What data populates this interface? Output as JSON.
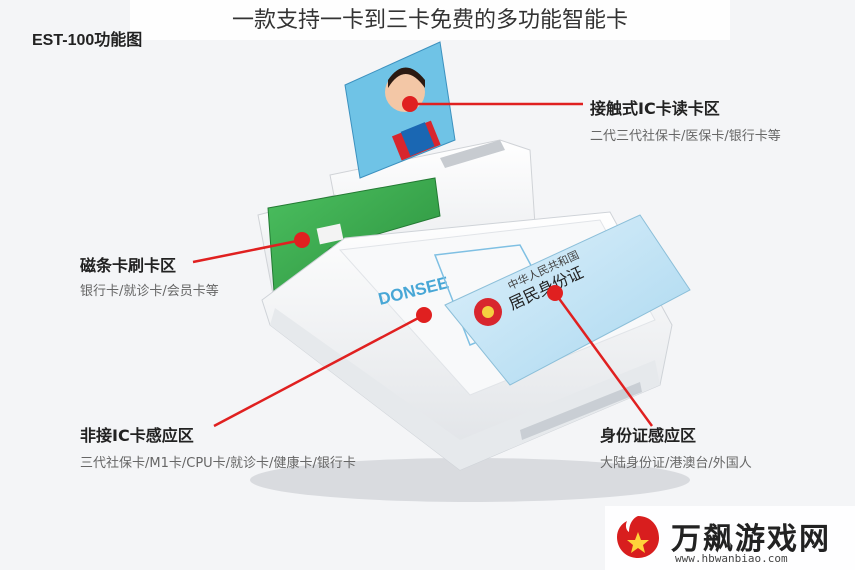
{
  "header": {
    "title": "一款支持一卡到三卡免费的多功能智能卡",
    "model_label": "EST-100功能图"
  },
  "device": {
    "brand": "DONSEE"
  },
  "callouts": [
    {
      "title": "接触式IC卡读卡区",
      "subtitle": "二代三代社保卡/医保卡/银行卡等"
    },
    {
      "title": "磁条卡刷卡区",
      "subtitle": "银行卡/就诊卡/会员卡等"
    },
    {
      "title": "非接IC卡感应区",
      "subtitle": "三代社保卡/M1卡/CPU卡/就诊卡/健康卡/银行卡"
    },
    {
      "title": "身份证感应区",
      "subtitle": "大陆身份证/港澳台/外国人"
    }
  ],
  "id_card": {
    "heading": "中华人民共和国",
    "name": "居民身份证"
  },
  "watermark": {
    "name": "万飙游戏网",
    "url": "www.hbwanbiao.com"
  },
  "colors": {
    "marker": "#e02020",
    "device_body": "#f2f3f5",
    "green_card": "#3aa84a",
    "blue_card": "#58b4d8"
  }
}
